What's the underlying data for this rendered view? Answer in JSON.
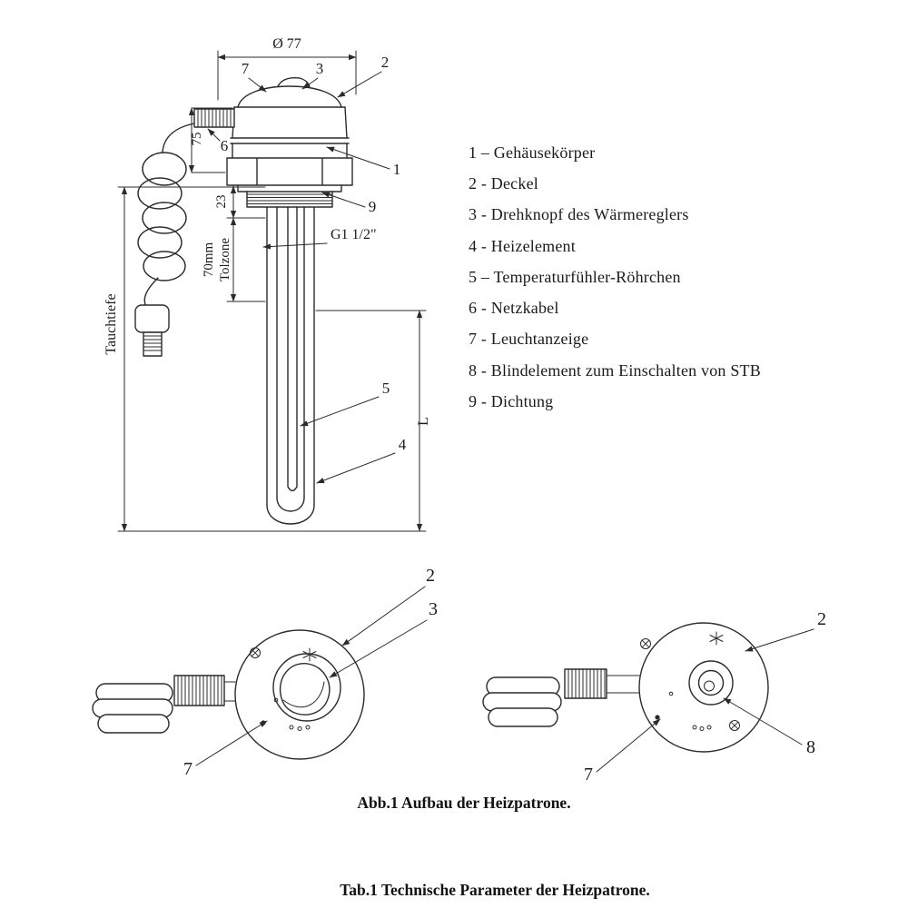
{
  "colors": {
    "ink": "#1b1b1b",
    "line": "#2b2b2b",
    "background": "#ffffff"
  },
  "drawing": {
    "dims": {
      "diameter": "Ø 77",
      "head_height": "75",
      "thread_length": "23",
      "tolzone_value": "70mm",
      "tolzone_label": "Tolzone",
      "immersion_depth": "Tauchtiefe",
      "thread_size": "G1 1/2\"",
      "element_length": "L"
    },
    "callouts": {
      "n1": "1",
      "n2": "2",
      "n3": "3",
      "n4": "4",
      "n5": "5",
      "n6": "6",
      "n7": "7",
      "n8": "8",
      "n9": "9"
    }
  },
  "legend": {
    "items": [
      {
        "label": "1 – Gehäusekörper"
      },
      {
        "label": "2 - Deckel"
      },
      {
        "label": "3 - Drehknopf des Wärmereglers"
      },
      {
        "label": "4 - Heizelement"
      },
      {
        "label": "5 – Temperaturfühler-Röhrchen"
      },
      {
        "label": "6 - Netzkabel"
      },
      {
        "label": "7 - Leuchtanzeige"
      },
      {
        "label": "8 - Blindelement zum Einschalten von STB"
      },
      {
        "label": "9 - Dichtung"
      }
    ]
  },
  "captions": {
    "figure": "Abb.1 Aufbau der Heizpatrone.",
    "table": "Tab.1 Technische Parameter der Heizpatrone."
  }
}
